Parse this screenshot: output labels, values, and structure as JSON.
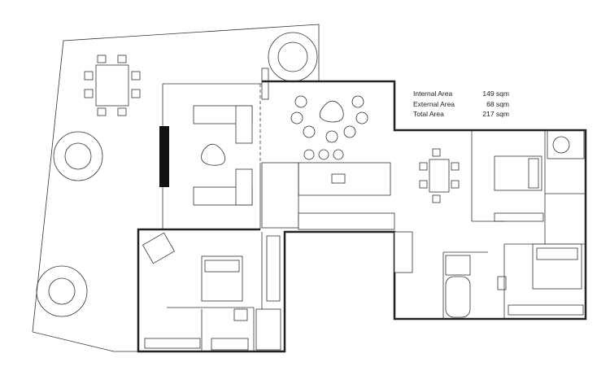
{
  "areas": [
    {
      "label": "Internal Area",
      "value": "149 sqm"
    },
    {
      "label": "External Area",
      "value": "68 sqm"
    },
    {
      "label": "Total Area",
      "value": "217 sqm"
    }
  ]
}
